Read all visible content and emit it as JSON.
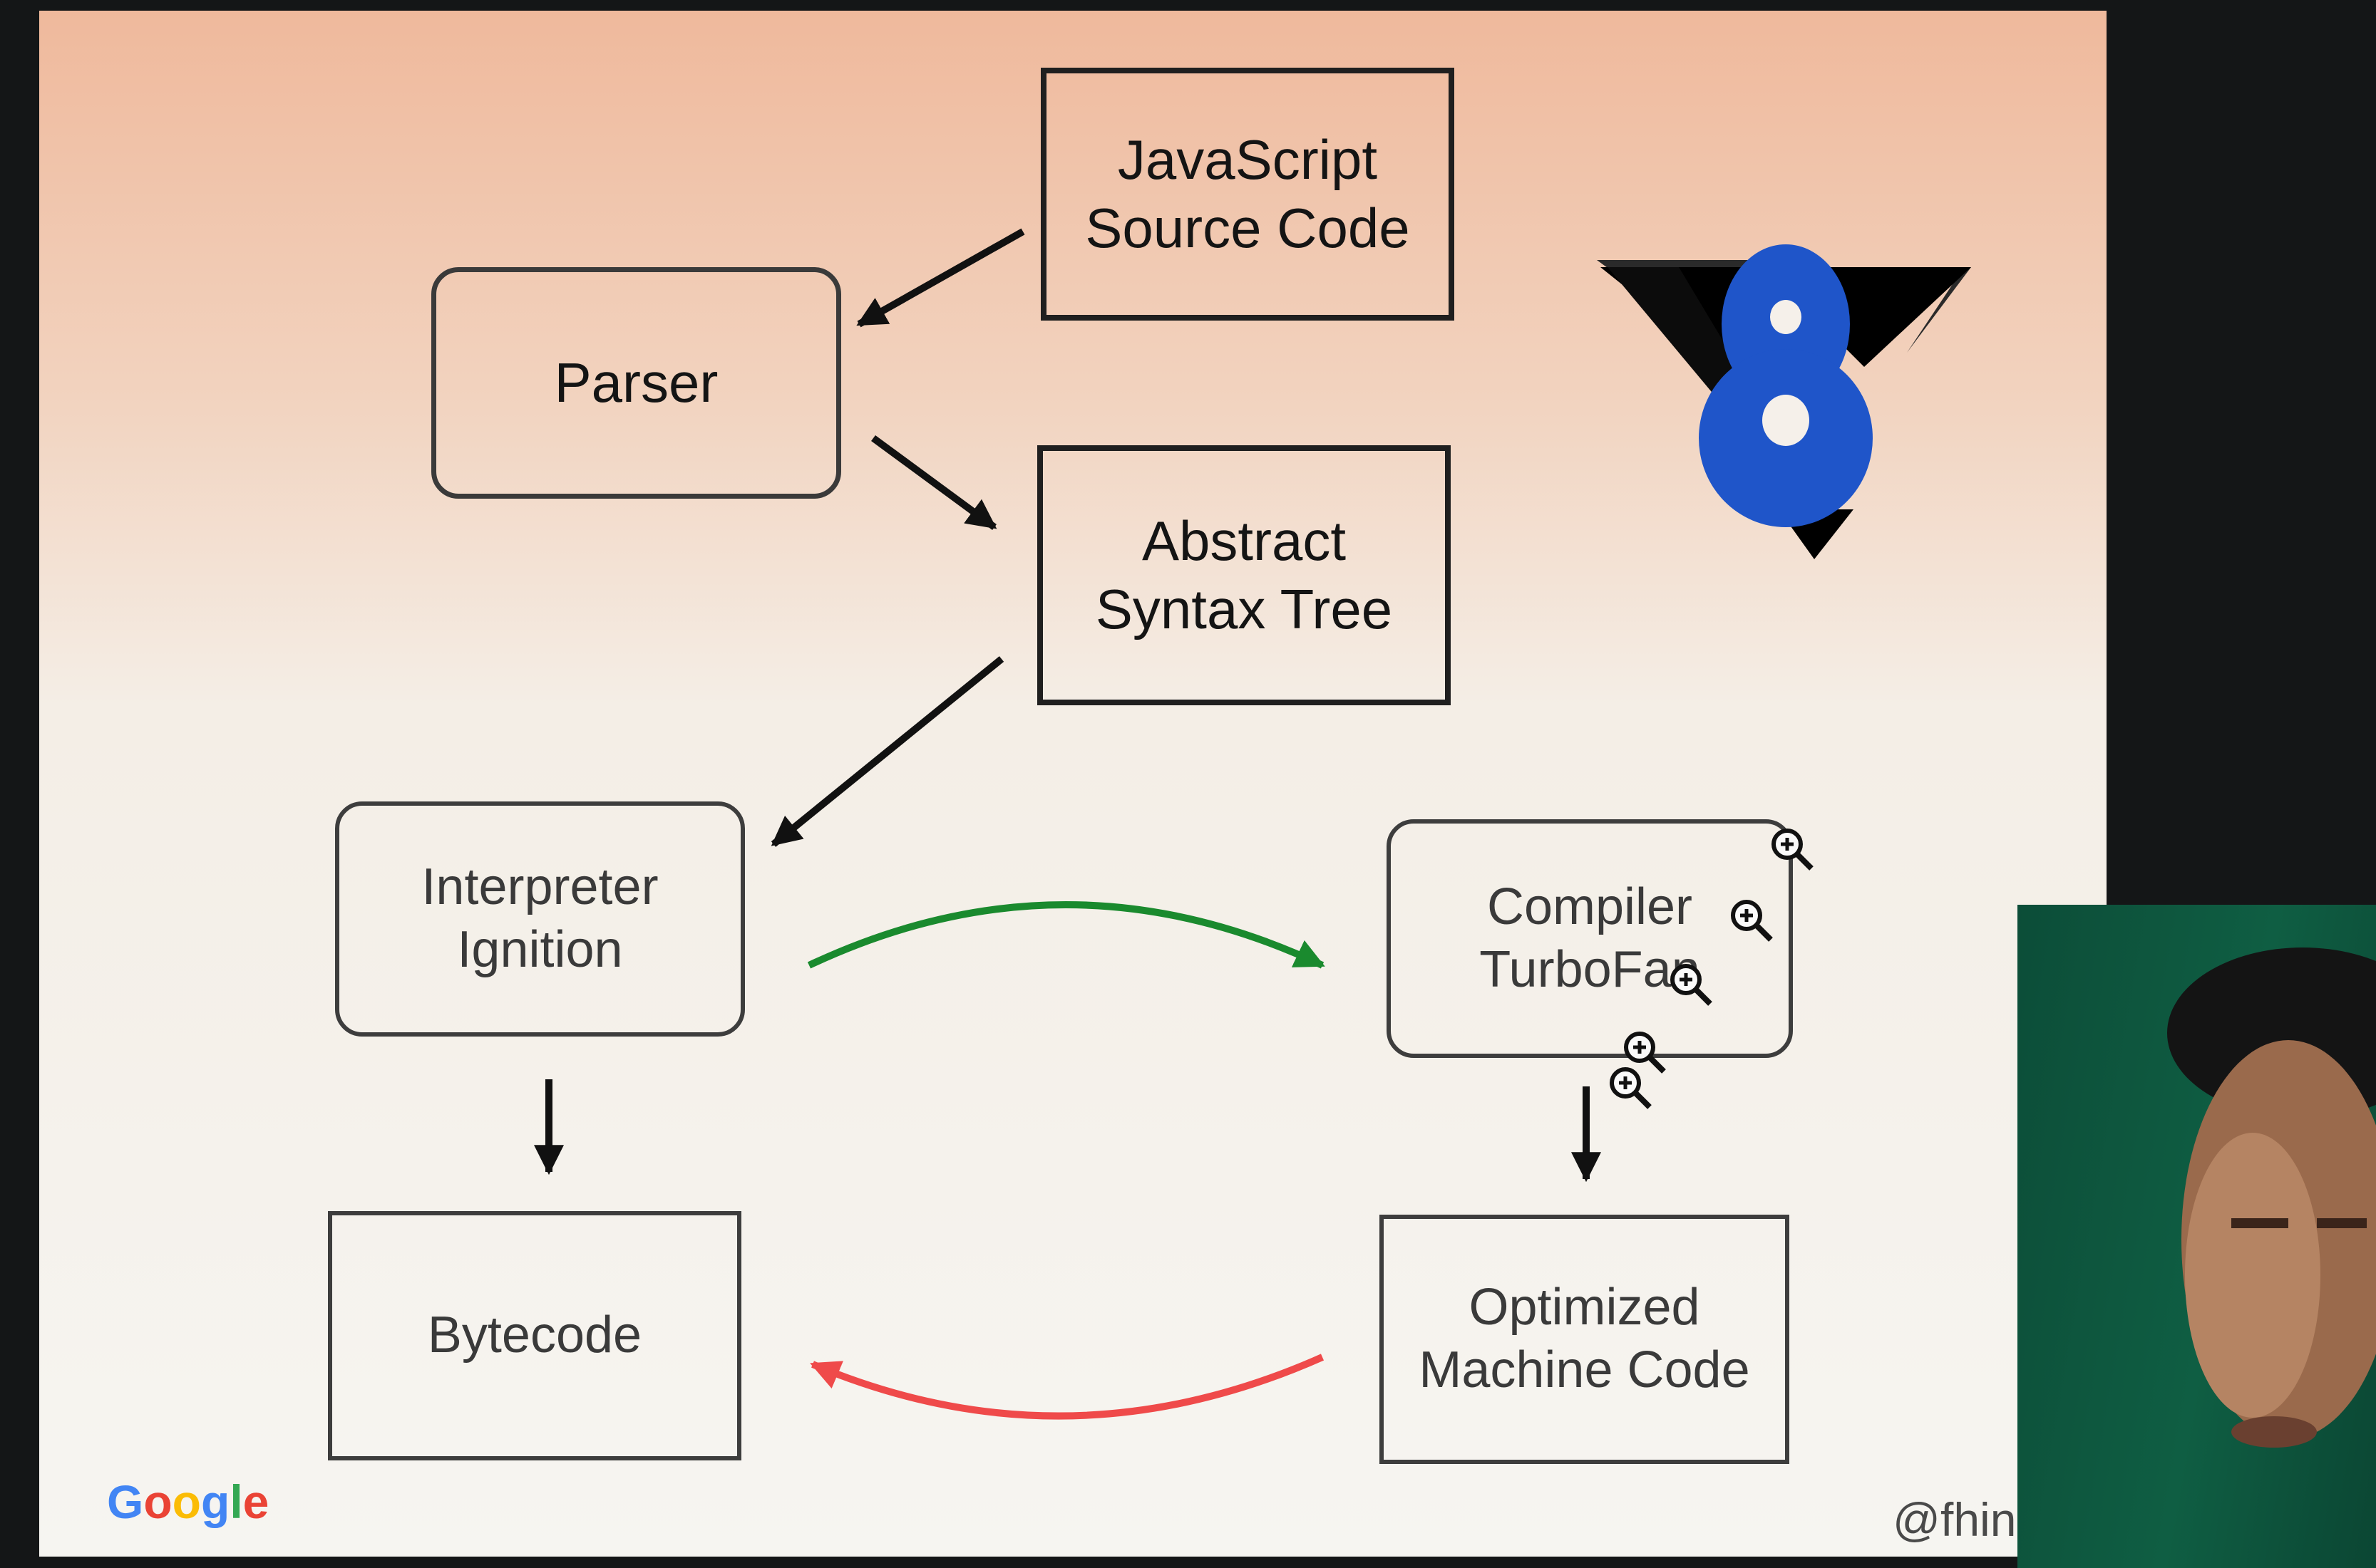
{
  "diagram": {
    "nodes": {
      "source": "JavaScript\nSource Code",
      "parser": "Parser",
      "ast": "Abstract\nSyntax Tree",
      "interpreter": "Interpreter\nIgnition",
      "compiler": "Compiler\nTurboFan",
      "bytecode": "Bytecode",
      "machine_code": "Optimized\nMachine Code"
    },
    "edges": [
      {
        "from": "source",
        "to": "parser",
        "color": "#111111"
      },
      {
        "from": "parser",
        "to": "ast",
        "color": "#111111"
      },
      {
        "from": "ast",
        "to": "interpreter",
        "color": "#111111"
      },
      {
        "from": "interpreter",
        "to": "compiler",
        "color": "#1a8a2e"
      },
      {
        "from": "interpreter",
        "to": "bytecode",
        "color": "#111111"
      },
      {
        "from": "compiler",
        "to": "machine_code",
        "color": "#111111"
      },
      {
        "from": "machine_code",
        "to": "bytecode",
        "color": "#ef4a4a"
      }
    ]
  },
  "logo": {
    "name": "v8-logo",
    "primary_color": "#1f55c9",
    "secondary_color": "#111111"
  },
  "footer": {
    "brand": "Google",
    "brand_colors": [
      "#4285F4",
      "#EA4335",
      "#FBBC05",
      "#4285F4",
      "#34A853",
      "#EA4335"
    ],
    "handle": "@fhink"
  },
  "overlay_icons": [
    "zoom-in-icon",
    "zoom-in-icon",
    "zoom-in-icon",
    "zoom-in-icon",
    "zoom-in-icon"
  ]
}
